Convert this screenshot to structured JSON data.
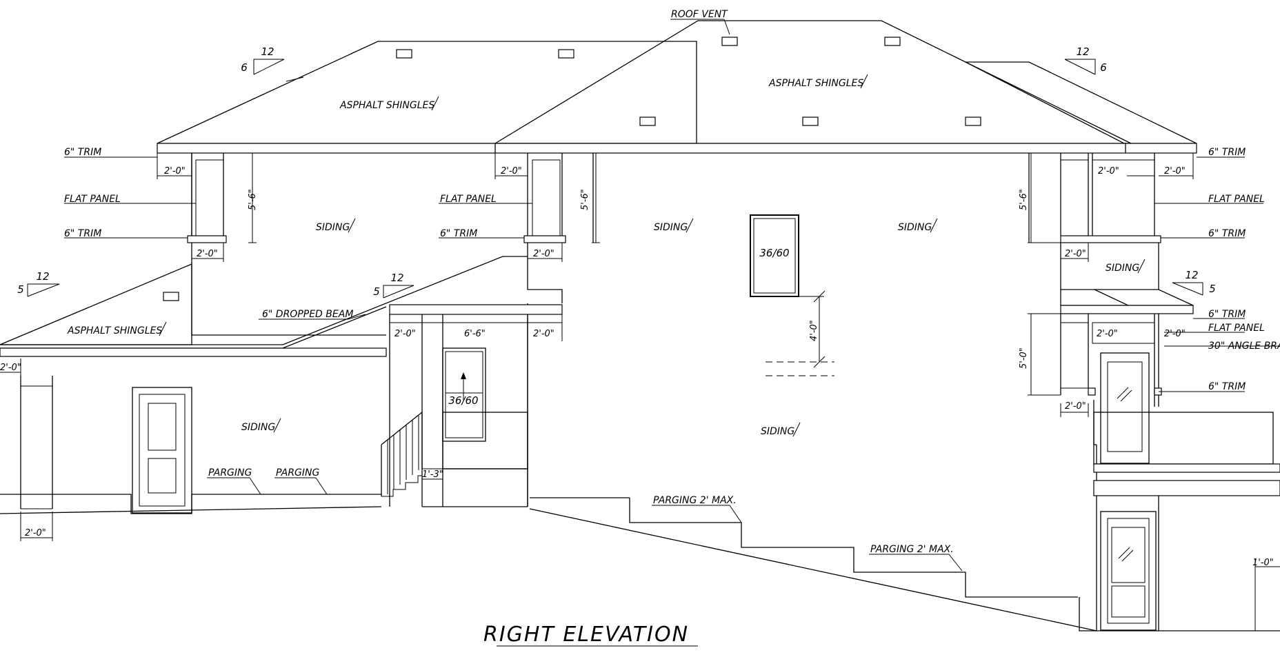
{
  "drawing": {
    "title": "RIGHT ELEVATION",
    "notes": {
      "roof_vent": "ROOF VENT",
      "asphalt_shingles": "ASPHALT SHINGLES",
      "trim_6": "6\" TRIM",
      "flat_panel": "FLAT PANEL",
      "siding": "SIDING",
      "dropped_beam": "6\" DROPPED BEAM",
      "parging": "PARGING",
      "parging_max": "PARGING 2' MAX.",
      "angle_bracket": "30\" ANGLE BRA"
    },
    "pitch": {
      "rise_6": "6",
      "rise_5": "5",
      "run_12": "12"
    },
    "dimensions": {
      "d2_0": "2'-0\"",
      "d5_6": "5'-6\"",
      "d5_0": "5'-0\"",
      "d4_0": "4'-0\"",
      "d6_6": "6'-6\"",
      "d1_3": "1'-3\"",
      "d1_0": "1'-0\""
    },
    "windows": {
      "w36_60": "36/60"
    }
  }
}
